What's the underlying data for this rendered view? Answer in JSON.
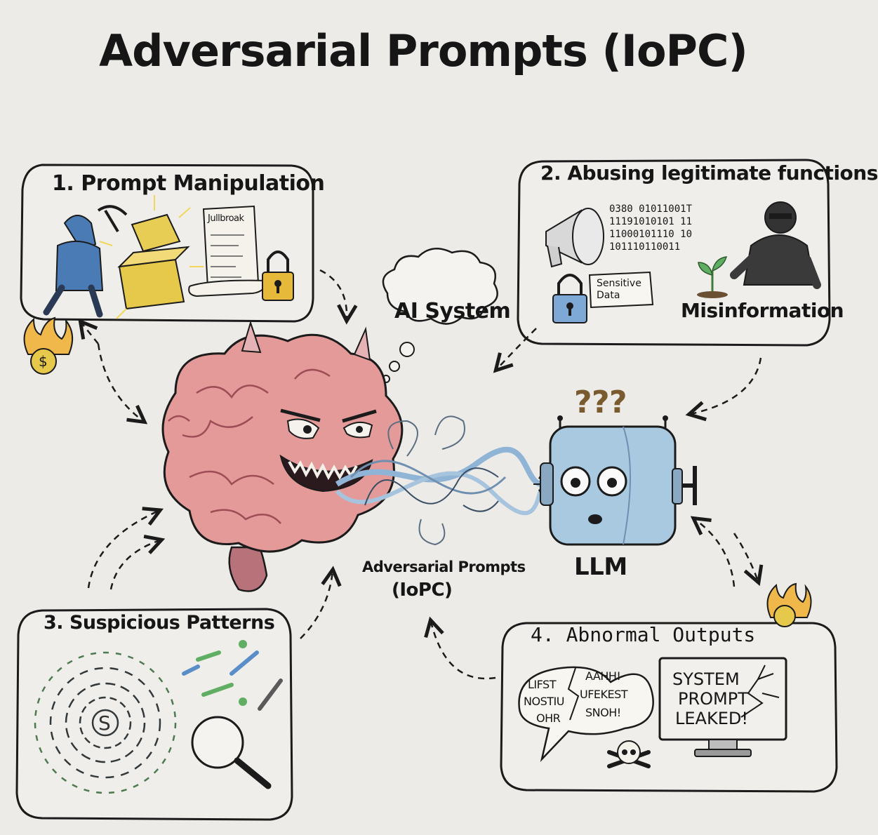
{
  "title": "Adversarial Prompts (IoPC)",
  "panels": [
    {
      "title": "1. Prompt Manipulation",
      "scroll_text": "Jullbroak"
    },
    {
      "title": "2. Abusing legitimate functions",
      "binary": [
        "0380 01011001T",
        "11191010101 11",
        "11000101110 10",
        "101110110011"
      ],
      "sensitive_label": "Sensitive Data",
      "misinformation_label": "Misinformation"
    },
    {
      "title": "3. Suspicious Patterns"
    },
    {
      "title": "4. Abnormal Outputs",
      "speech_text": [
        "LIFST",
        "NOSTIU",
        "OHR",
        "AAHH!",
        "UFEKEST",
        "SNOH!"
      ],
      "screen_text": [
        "SYSTEM",
        "PROMPT",
        "LEAKED!"
      ]
    }
  ],
  "center": {
    "thought_bubble": "AI System",
    "prompt_label": [
      "Adversarial Prompts",
      "(IoPC)"
    ],
    "llm_label": "LLM",
    "question_marks": "???"
  },
  "colors": {
    "paper": "#ecebe7",
    "ink": "#1b1b1b",
    "brain": "#e39a98",
    "robot": "#a9c9e0",
    "gold": "#e6c84a",
    "fire": "#f0b84a",
    "green_arrow": "#5fae63",
    "blue_arrow": "#5b8ec9"
  }
}
